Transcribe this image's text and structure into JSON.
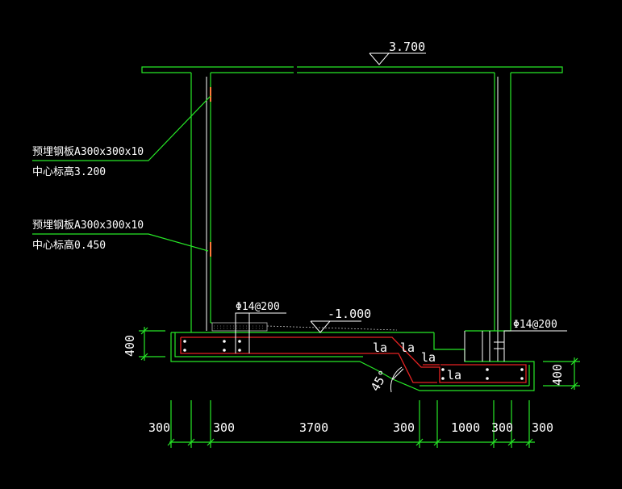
{
  "elevations": {
    "top": "3.700",
    "bottom": "-1.000"
  },
  "embedded_plates": [
    {
      "spec": "预埋钢板A300x300x10",
      "center_elevation": "中心标高3.200"
    },
    {
      "spec": "预埋钢板A300x300x10",
      "center_elevation": "中心标高0.450"
    }
  ],
  "rebar_labels": {
    "left": "Φ14@200",
    "right": "Φ14@200"
  },
  "anchorage_label": "la",
  "slope_angle": "45°",
  "slab_thickness": {
    "left": "400",
    "right": "400"
  },
  "bottom_dimensions": [
    "300",
    "300",
    "3700",
    "300",
    "1000",
    "300",
    "300"
  ],
  "colors": {
    "background": "#000000",
    "outline": "#27e827",
    "rebar": "#e52222",
    "text": "#ffffff"
  }
}
